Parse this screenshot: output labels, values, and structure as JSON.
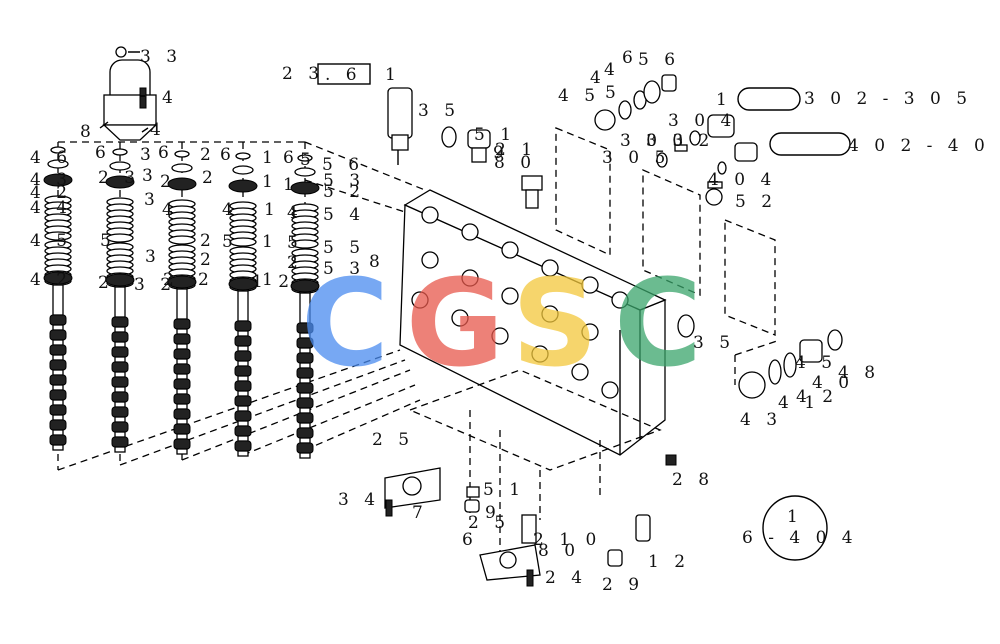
{
  "diagram": {
    "labels": [
      {
        "text": "3 3"
      },
      {
        "text": "4"
      },
      {
        "text": "8"
      },
      {
        "text": "4"
      },
      {
        "text": "2 3"
      },
      {
        "text": ". 6"
      },
      {
        "text": "1"
      },
      {
        "text": "3 5"
      },
      {
        "text": "5 1"
      },
      {
        "text": "2 1"
      },
      {
        "text": "8 0"
      },
      {
        "text": "9"
      },
      {
        "text": "4 5"
      },
      {
        "text": "4"
      },
      {
        "text": "4"
      },
      {
        "text": "5"
      },
      {
        "text": "6"
      },
      {
        "text": "5 6"
      },
      {
        "text": "1"
      },
      {
        "text": "3 0 2 - 3 0 5"
      },
      {
        "text": "3 0 4"
      },
      {
        "text": "3 0 2"
      },
      {
        "text": "3 0 3"
      },
      {
        "text": "3 0 5"
      },
      {
        "text": "4 0 2 - 4 0 4"
      },
      {
        "text": "4 0 4"
      },
      {
        "text": "5 2"
      },
      {
        "text": "5 6"
      },
      {
        "text": "5 3"
      },
      {
        "text": "5 2"
      },
      {
        "text": "5 4"
      },
      {
        "text": "5 5"
      },
      {
        "text": "5 3"
      },
      {
        "text": "8"
      },
      {
        "text": "4 6"
      },
      {
        "text": "4 3"
      },
      {
        "text": "4 2"
      },
      {
        "text": "4 4"
      },
      {
        "text": "4 5"
      },
      {
        "text": "4 2"
      },
      {
        "text": "6"
      },
      {
        "text": "3"
      },
      {
        "text": "3"
      },
      {
        "text": "2 3"
      },
      {
        "text": "3"
      },
      {
        "text": "5"
      },
      {
        "text": "3"
      },
      {
        "text": "2"
      },
      {
        "text": "3 2"
      },
      {
        "text": "6"
      },
      {
        "text": "2"
      },
      {
        "text": "2"
      },
      {
        "text": "2"
      },
      {
        "text": "4"
      },
      {
        "text": "2"
      },
      {
        "text": "2"
      },
      {
        "text": "2"
      },
      {
        "text": "2"
      },
      {
        "text": "6"
      },
      {
        "text": "1"
      },
      {
        "text": "1"
      },
      {
        "text": "1"
      },
      {
        "text": "4"
      },
      {
        "text": "1"
      },
      {
        "text": "5"
      },
      {
        "text": "1"
      },
      {
        "text": "1 2"
      },
      {
        "text": "6"
      },
      {
        "text": "5"
      },
      {
        "text": "1"
      },
      {
        "text": "4"
      },
      {
        "text": "5"
      },
      {
        "text": "2"
      },
      {
        "text": "3 5"
      },
      {
        "text": "4 5"
      },
      {
        "text": "4 0"
      },
      {
        "text": "4 8"
      },
      {
        "text": "4 2"
      },
      {
        "text": "4 1"
      },
      {
        "text": "4 3"
      },
      {
        "text": "2 5"
      },
      {
        "text": "2 8"
      },
      {
        "text": "3 4"
      },
      {
        "text": "7"
      },
      {
        "text": "5 1"
      },
      {
        "text": "9"
      },
      {
        "text": "2 5"
      },
      {
        "text": "2 1 0"
      },
      {
        "text": "8 0"
      },
      {
        "text": "6"
      },
      {
        "text": "2 4"
      },
      {
        "text": "1 2"
      },
      {
        "text": "2 9"
      },
      {
        "text": "1"
      },
      {
        "text": "6 - 4 0 4"
      }
    ],
    "watermark": {
      "text": "CGSC",
      "colors": [
        "#4a8cf0",
        "#e8584c",
        "#f3c83c",
        "#3aa56b"
      ]
    }
  }
}
